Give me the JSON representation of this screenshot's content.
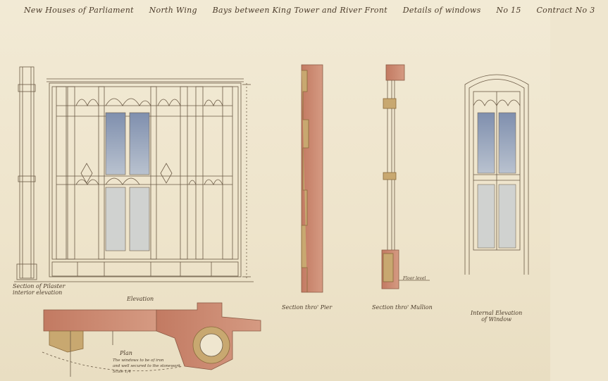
{
  "header": {
    "title_segments": [
      "New Houses of Parliament",
      "North Wing",
      "Bays between King Tower and River Front",
      "Details of windows",
      "No 15",
      "Contract No 3"
    ]
  },
  "captions": {
    "elevation": "Elevation",
    "section_pier": "Section thro' Pier",
    "section_mullion": "Section thro' Mullion",
    "interior_elevation_line1": "Internal Elevation",
    "interior_elevation_line2": "of Window",
    "plan": "Plan",
    "plan_note_line1": "The windows to be of iron",
    "plan_note_line2": "and well secured to the stonework",
    "plan_note_line3": "Scale 1/4",
    "side_note_line1": "Section of Pilaster",
    "side_note_line2": "interior elevation",
    "floor_note": "Floor level"
  },
  "colors": {
    "paper": "#efe6cf",
    "ink": "#6b5a45",
    "glass": "#9aa8c0",
    "brick": "#c9826b",
    "stone": "#c8a870"
  }
}
